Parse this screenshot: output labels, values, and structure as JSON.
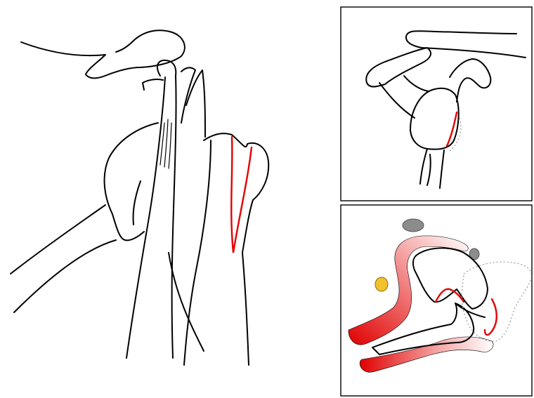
{
  "figure": {
    "panels": [
      {
        "id": "main",
        "subject": "shoulder-posterior-view"
      },
      {
        "id": "inset-top",
        "subject": "scapula-glenoid-lateral-view"
      },
      {
        "id": "inset-bottom",
        "subject": "glenohumeral-cross-section"
      }
    ],
    "colors": {
      "line": "#000000",
      "lesion": "#e60000",
      "capsule_gradient_start": "#e00000",
      "capsule_gradient_end": "#ffffff",
      "vessel_grey": "#8c8c8c",
      "nerve_yellow": "#f2c12e",
      "dotted_outline": "#9a9a9a"
    }
  }
}
